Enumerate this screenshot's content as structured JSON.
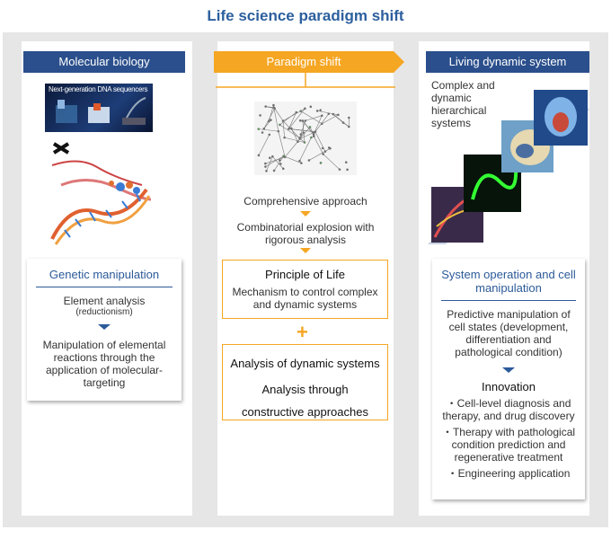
{
  "title": "Life science paradigm shift",
  "left": {
    "header": "Molecular biology",
    "image_caption": "Next-generation DNA sequencers",
    "box_title": "Genetic manipulation",
    "line1": "Element analysis",
    "line2": "(reductionism)",
    "line3": "Manipulation of elemental reactions through the application of molecular-targeting"
  },
  "middle": {
    "header": "Paradigm shift",
    "step1": "Comprehensive approach",
    "step2": "Combinatorial explosion with rigorous analysis",
    "box1_title": "Principle of Life",
    "box1_text": "Mechanism to control complex and dynamic systems",
    "plus": "+",
    "box2_line1": "Analysis of dynamic systems",
    "box2_line2": "Analysis through constructive approaches"
  },
  "right": {
    "header": "Living dynamic system",
    "image_caption": "Complex and dynamic hierarchical systems",
    "box_title": "System operation and cell manipulation",
    "text1": "Predictive manipulation of cell states (development, differentiation and pathological condition)",
    "subtitle": "Innovation",
    "bullets": [
      "・Cell-level diagnosis and therapy, and drug discovery",
      "・Therapy with pathological condition prediction and regenerative treatment",
      "・Engineering application"
    ]
  },
  "colors": {
    "blue": "#2b4f8c",
    "orange": "#f5a623",
    "title_blue": "#2c5f9e"
  }
}
